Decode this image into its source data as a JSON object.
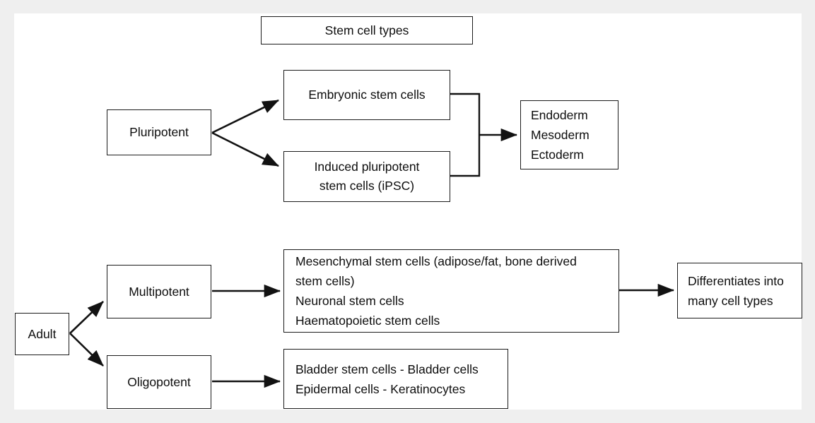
{
  "canvas": {
    "background": "#ffffff",
    "page_background": "#efefef",
    "line_color": "#1b1b1b",
    "text_color": "#0d0d0d"
  },
  "diagram": {
    "type": "flowchart",
    "title": "Stem cell types",
    "nodes": {
      "title": {
        "label": "Stem cell types"
      },
      "pluripotent": {
        "label": "Pluripotent"
      },
      "embryonic": {
        "label": "Embryonic stem cells"
      },
      "ipsc": {
        "label": "Induced pluripotent\nstem cells (iPSC)"
      },
      "germ_layers": {
        "label": "Endoderm\nMesoderm\nEctoderm"
      },
      "adult": {
        "label": "Adult"
      },
      "multipotent": {
        "label": "Multipotent"
      },
      "oligopotent": {
        "label": "Oligopotent"
      },
      "multipotent_outputs": {
        "label": "Mesenchymal stem cells (adipose/fat, bone derived\nstem cells)\nNeuronal stem cells\nHaematopoietic stem cells"
      },
      "oligopotent_outputs": {
        "label": "Bladder stem cells - Bladder cells\nEpidermal cells - Keratinocytes"
      },
      "differentiates": {
        "label": "Differentiates into\nmany cell types"
      }
    },
    "edges": [
      {
        "from": "pluripotent",
        "to": "embryonic",
        "style": "arrow"
      },
      {
        "from": "pluripotent",
        "to": "ipsc",
        "style": "arrow"
      },
      {
        "from": "embryonic",
        "to": "germ_layers",
        "style": "bracket-arrow"
      },
      {
        "from": "ipsc",
        "to": "germ_layers",
        "style": "bracket-arrow"
      },
      {
        "from": "adult",
        "to": "multipotent",
        "style": "arrow"
      },
      {
        "from": "adult",
        "to": "oligopotent",
        "style": "arrow"
      },
      {
        "from": "multipotent",
        "to": "multipotent_outputs",
        "style": "arrow"
      },
      {
        "from": "oligopotent",
        "to": "oligopotent_outputs",
        "style": "arrow"
      },
      {
        "from": "multipotent_outputs",
        "to": "differentiates",
        "style": "arrow"
      }
    ]
  }
}
